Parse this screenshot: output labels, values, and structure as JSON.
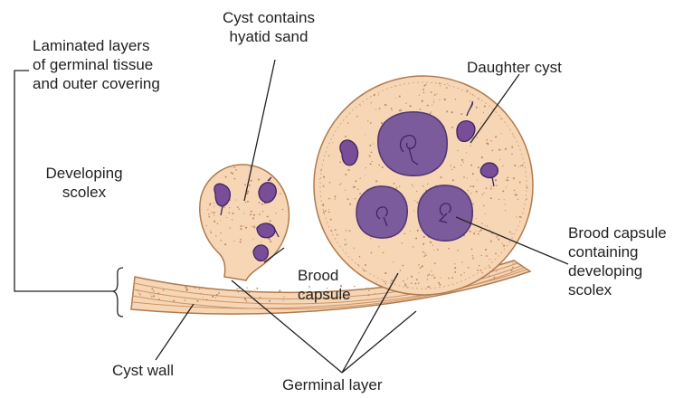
{
  "colors": {
    "tissue_fill": "#f7d6b6",
    "tissue_outline": "#b07a4e",
    "wall_stripe": "#c9946a",
    "speckle": "#c08860",
    "capsule_fill": "#7b5b9c",
    "capsule_outline": "#4f3570",
    "scolex_fill": "#7a4d99",
    "scolex_outline": "#3e2460",
    "leader": "#222222"
  },
  "labels": {
    "laminated_layers": "Laminated layers\nof germinal tissue\nand outer covering",
    "cyst_contains": "Cyst contains\nhyatid sand",
    "daughter_cyst": "Daughter cyst",
    "developing_scolex": "Developing\nscolex",
    "brood_capsule": "Brood\ncapsule",
    "brood_capsule_containing": "Brood capsule\ncontaining\ndeveloping\nscolex",
    "cyst_wall": "Cyst wall",
    "germinal_layer": "Germinal layer"
  }
}
